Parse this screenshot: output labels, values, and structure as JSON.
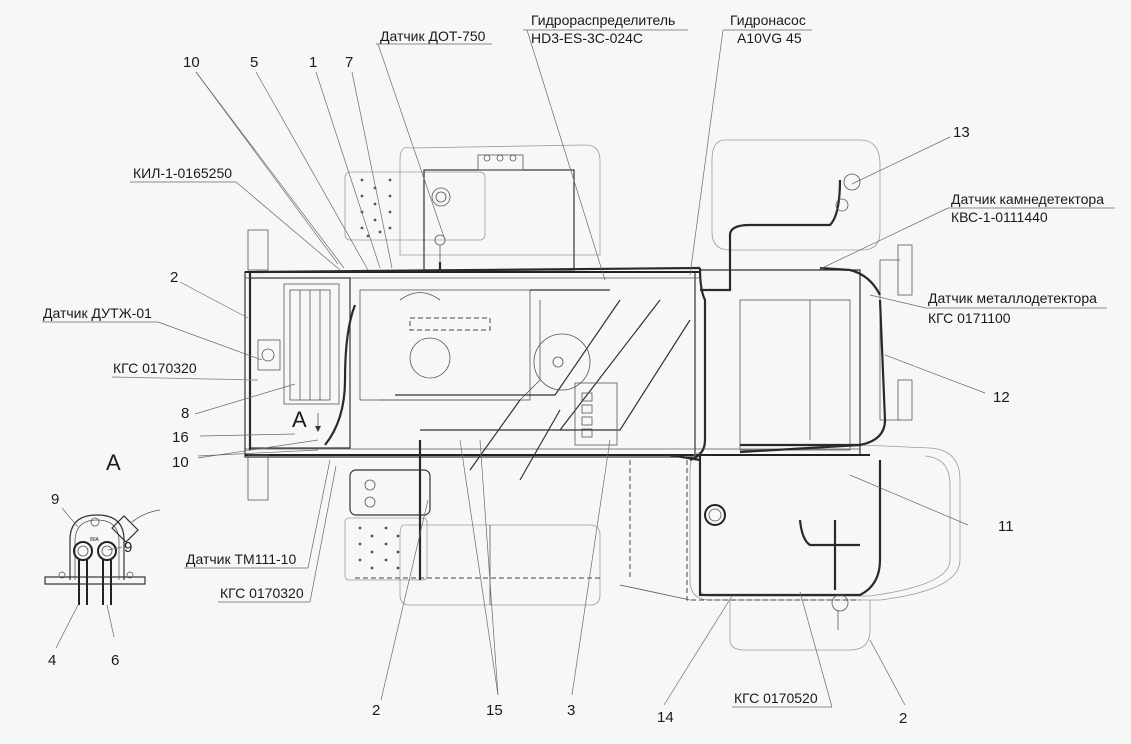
{
  "title": "Схема электрооборудования — вид сверху",
  "colors": {
    "background": "#f6f8f6",
    "ink": "#1a1a1a",
    "leader": "#6a6a6a"
  },
  "callouts": {
    "sensor_dot750": "Датчик ДОТ-750",
    "hydro_distributor_title": "Гидрораспределитель",
    "hydro_distributor_model": "HD3-ES-3C-024C",
    "hydro_pump_title": "Гидронасос",
    "hydro_pump_model": "A10VG 45",
    "kil": "КИЛ-1-0165250",
    "stone_detector_title": "Датчик камнедетектора",
    "stone_detector_model": "КВС-1-0111440",
    "metal_detector_title": "Датчик металлодетектора",
    "metal_detector_model": "КГС 0171100",
    "sensor_dutzh": "Датчик ДУТЖ-01",
    "kgs_0170320_top": "КГС 0170320",
    "sensor_tm111": "Датчик ТМ111-10",
    "kgs_0170320_bottom": "КГС 0170320",
    "kgs_0170520": "КГС 0170520"
  },
  "positions": {
    "p10_top": "10",
    "p5": "5",
    "p1": "1",
    "p7": "7",
    "p13": "13",
    "p2_left": "2",
    "p8": "8",
    "p16": "16",
    "p10_left": "10",
    "p12": "12",
    "p11": "11",
    "p2_bottom": "2",
    "p15": "15",
    "p3": "3",
    "p14": "14",
    "p2_right": "2"
  },
  "detail": {
    "view_label": "A",
    "view_marker": "A",
    "p9_top": "9",
    "p9_right": "9",
    "p4": "4",
    "p6": "6",
    "fuse_rating": "80A"
  }
}
